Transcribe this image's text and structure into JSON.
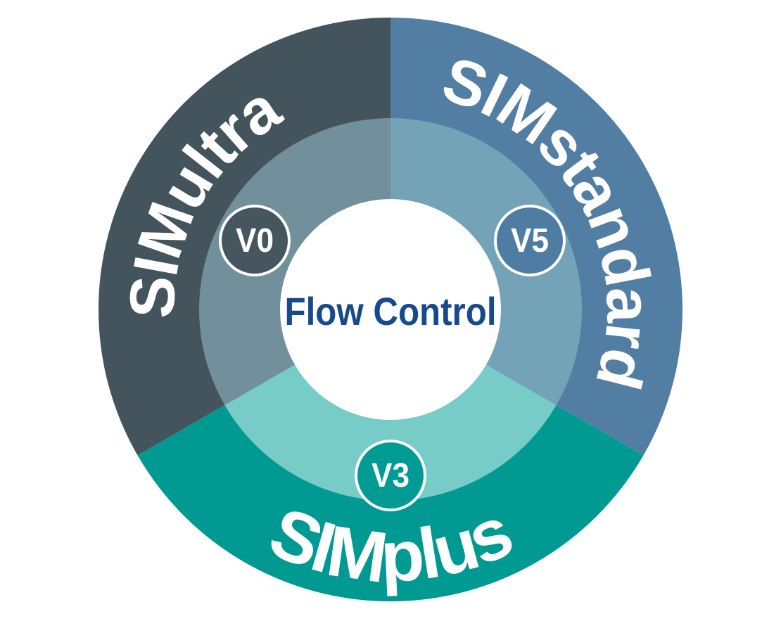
{
  "diagram": {
    "title": "Flow Control",
    "title_color": "#174a8a",
    "segments": [
      {
        "name": "SIMultra",
        "version": "V0",
        "outer_color": "#44545c",
        "inner_color": "#71909b",
        "badge_color": "#46565e"
      },
      {
        "name": "SIMstandard",
        "version": "V5",
        "outer_color": "#527ea4",
        "inner_color": "#74a2b6",
        "badge_color": "#4e7ca2"
      },
      {
        "name": "SIMplus",
        "version": "V3",
        "outer_color": "#009a92",
        "inner_color": "#78ccc7",
        "badge_color": "#009b93"
      }
    ]
  }
}
